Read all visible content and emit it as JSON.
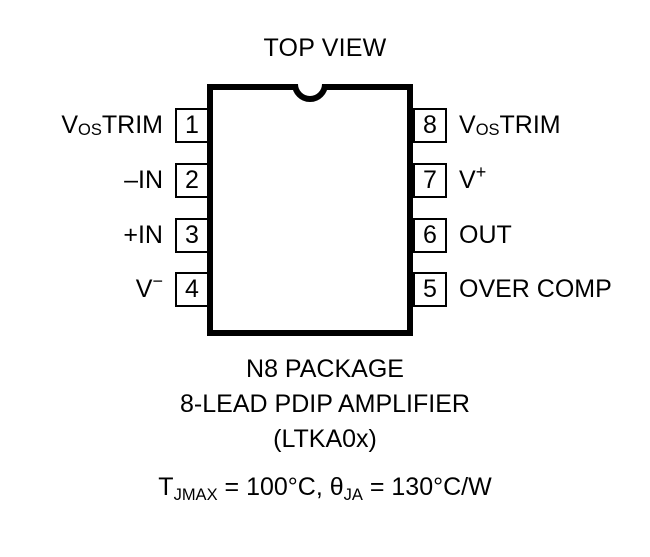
{
  "diagram": {
    "title": "TOP VIEW",
    "notch_icon": "package-notch-icon",
    "package": {
      "name": "N8 PACKAGE",
      "description": "8-LEAD PDIP AMPLIFIER",
      "part_number": "(LTKA0x)"
    },
    "thermal": {
      "tjmax_symbol": "T",
      "tjmax_subscript": "JMAX",
      "tjmax_value": " = 100°C, ",
      "theta_symbol": "θ",
      "theta_subscript": "JA",
      "theta_value": " = 130°C/W"
    },
    "pins_left": [
      {
        "number": "1",
        "label_prefix": "V",
        "label_sub": "OS",
        "label_suffix": " TRIM",
        "label_sup": ""
      },
      {
        "number": "2",
        "label_prefix": "–IN",
        "label_sub": "",
        "label_suffix": "",
        "label_sup": ""
      },
      {
        "number": "3",
        "label_prefix": "+IN",
        "label_sub": "",
        "label_suffix": "",
        "label_sup": ""
      },
      {
        "number": "4",
        "label_prefix": "V",
        "label_sub": "",
        "label_suffix": "",
        "label_sup": "−"
      }
    ],
    "pins_right": [
      {
        "number": "8",
        "label_prefix": "V",
        "label_sub": "OS",
        "label_suffix": " TRIM",
        "label_sup": ""
      },
      {
        "number": "7",
        "label_prefix": "V",
        "label_sub": "",
        "label_suffix": "",
        "label_sup": "+"
      },
      {
        "number": "6",
        "label_prefix": "OUT",
        "label_sub": "",
        "label_suffix": "",
        "label_sup": ""
      },
      {
        "number": "5",
        "label_prefix": "OVER COMP",
        "label_sub": "",
        "label_suffix": "",
        "label_sup": ""
      }
    ],
    "colors": {
      "ink": "#000000",
      "background": "#ffffff"
    }
  }
}
